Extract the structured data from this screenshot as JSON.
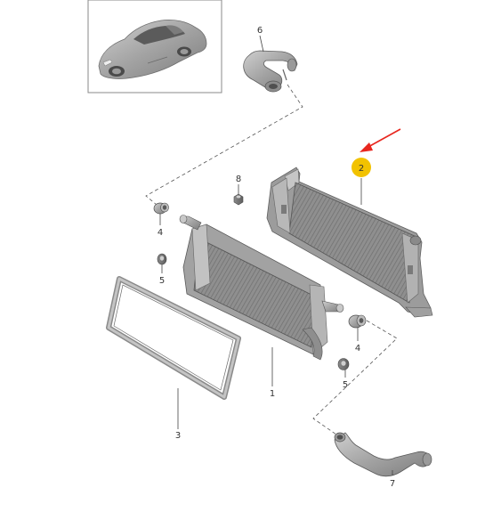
{
  "diagram": {
    "highlight_color": "#f2c200",
    "arrow_color": "#e8261e",
    "part_fill": "#a7a7a7",
    "part_dark": "#7a7a7a",
    "part_light": "#d2d2d2",
    "callouts": {
      "c1": "1",
      "c2": "2",
      "c3": "3",
      "c4a": "4",
      "c4b": "4",
      "c5a": "5",
      "c5b": "5",
      "c6": "6",
      "c7": "7",
      "c8": "8"
    }
  }
}
